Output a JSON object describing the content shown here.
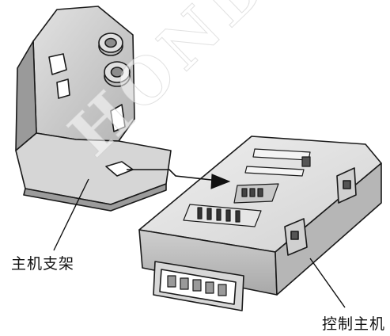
{
  "labels": {
    "bracket": "主机支架",
    "control_unit": "控制主机"
  },
  "watermark_text": "HONDA",
  "colors": {
    "metal_light": "#d9d9d9",
    "metal_mid": "#bdbdbd",
    "metal_dark": "#8c8c8c",
    "housing_top": "#e6e6e6",
    "housing_side": "#c4c4c4",
    "outline": "#1a1a1a"
  }
}
